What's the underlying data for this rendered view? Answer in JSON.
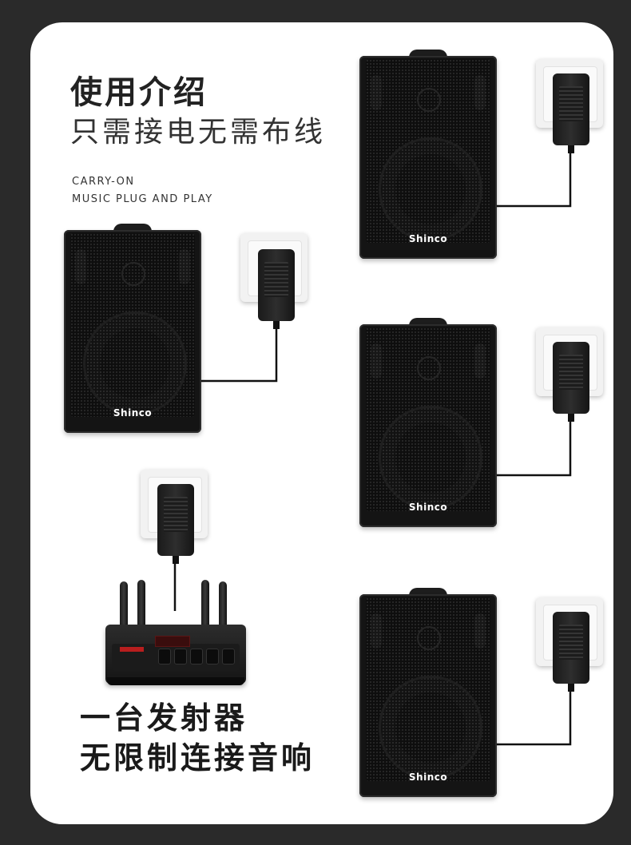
{
  "header": {
    "title_bold": "使用介绍",
    "title_light": "只需接电无需布线",
    "subtitle_line1": "CARRY-ON",
    "subtitle_line2": "MUSIC PLUG AND PLAY"
  },
  "speakers": {
    "brand": "Shinco"
  },
  "footer": {
    "line1": "一台发射器",
    "line2": "无限制连接音响"
  },
  "colors": {
    "background": "#2a2a2a",
    "card": "#ffffff",
    "speaker_body": "#141414",
    "text_dark": "#222222"
  },
  "icons": {
    "outlet": "wall-outlet-icon",
    "adapter": "power-adapter-icon",
    "speaker": "wall-speaker-icon",
    "transmitter": "wireless-transmitter-icon"
  }
}
